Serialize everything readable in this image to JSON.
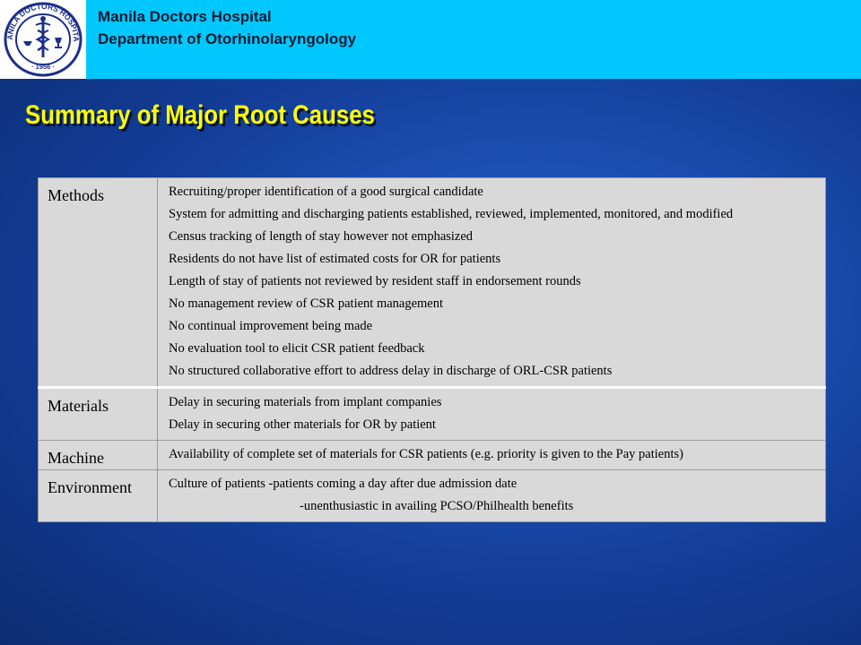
{
  "header": {
    "hospital_name": "Manila Doctors Hospital",
    "department": "Department of Otorhinolaryngology",
    "logo": {
      "icon": "hospital-seal-icon",
      "ring_text_top": "MANILA DOCTORS HOSPITAL",
      "year": "1956"
    }
  },
  "title": "Summary of Major Root Causes",
  "table": {
    "rows": [
      {
        "category": "Methods",
        "items": [
          "Recruiting/proper identification of a good surgical candidate",
          "System for admitting and discharging patients established, reviewed, implemented, monitored, and modified",
          "Census tracking of length of stay however not emphasized",
          "Residents do not have list of estimated costs for OR for patients",
          "Length of stay of patients not reviewed by resident staff in endorsement rounds",
          "No management review of CSR patient management",
          "No continual improvement being made",
          "No evaluation tool to elicit CSR patient feedback",
          "No structured collaborative effort to address delay in discharge of ORL-CSR patients"
        ]
      },
      {
        "category": "Materials",
        "items": [
          "Delay in securing materials from implant companies",
          "Delay in securing other materials for OR by patient"
        ]
      },
      {
        "category": "Machine",
        "items": [
          "Availability of complete set of materials  for CSR patients (e.g. priority is given to the Pay patients)"
        ]
      },
      {
        "category": "Environment",
        "items": [
          "Culture of patients -patients coming a day after due admission date",
          "-unenthusiastic in availing PCSO/Philhealth benefits"
        ]
      }
    ]
  },
  "colors": {
    "header_bar": "#00c8ff",
    "background_blue": "#1d4fb3",
    "title_yellow": "#ffff00",
    "table_cell_gray": "#d9d9d9",
    "logo_navy": "#1b2f8a"
  }
}
